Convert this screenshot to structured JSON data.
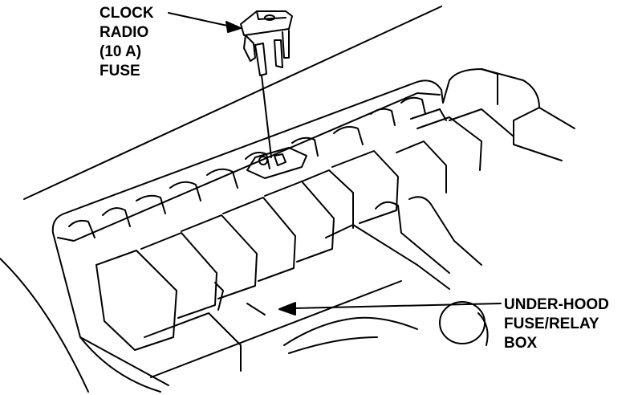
{
  "callouts": {
    "fuse": [
      "CLOCK",
      "RADIO",
      "(10 A)",
      "FUSE"
    ],
    "box": [
      "UNDER-HOOD",
      "FUSE/RELAY",
      "BOX"
    ]
  },
  "colors": {
    "ink": "#000000",
    "paper": "#ffffff"
  }
}
